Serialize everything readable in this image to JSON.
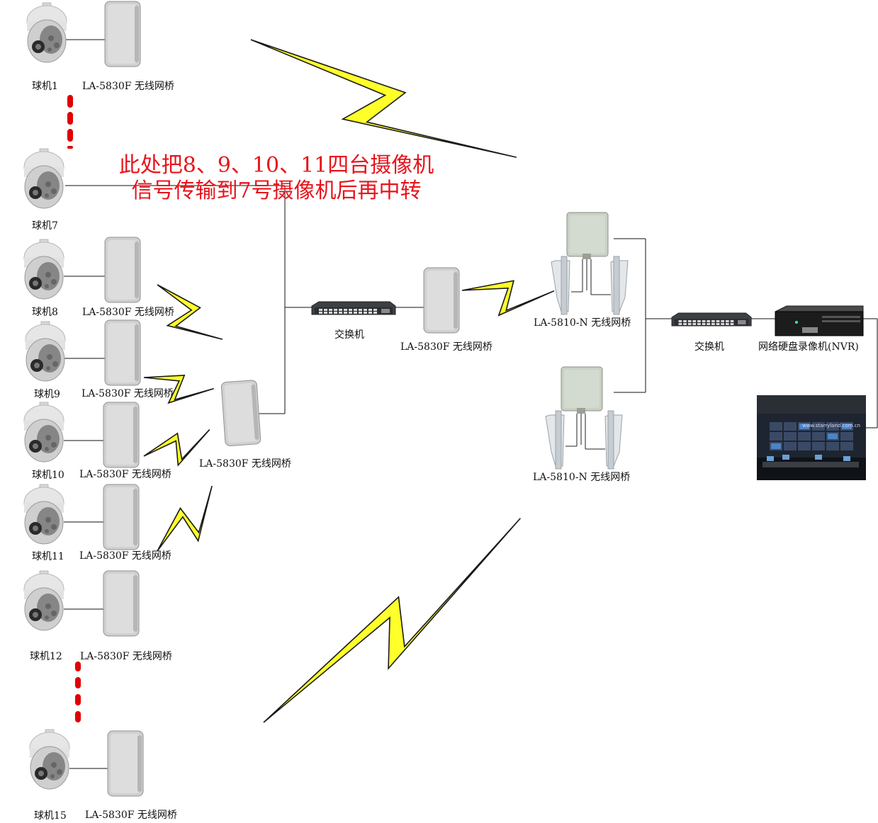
{
  "annotation": {
    "line1": "此处把8、9、10、11四台摄像机",
    "line2": "信号传输到7号摄像机后再中转"
  },
  "cameras": [
    {
      "label": "球机1",
      "bridge": "LA-5830F 无线网桥"
    },
    {
      "label": "球机7"
    },
    {
      "label": "球机8",
      "bridge": "LA-5830F 无线网桥"
    },
    {
      "label": "球机9",
      "bridge": "LA-5830F 无线网桥"
    },
    {
      "label": "球机10",
      "bridge": "LA-5830F 无线网桥"
    },
    {
      "label": "球机11",
      "bridge": "LA-5830F 无线网桥"
    },
    {
      "label": "球机12",
      "bridge": "LA-5830F 无线网桥"
    },
    {
      "label": "球机15",
      "bridge": "LA-5830F 无线网桥"
    }
  ],
  "relay_bridge": "LA-5830F 无线网桥",
  "switch_left": "交换机",
  "mid_bridge": "LA-5830F 无线网桥",
  "base_top": "LA-5810-N 无线网桥",
  "base_bottom": "LA-5810-N 无线网桥",
  "switch_right": "交换机",
  "nvr": "网络硬盘录像机(NVR)",
  "monitor_caption": "www.starryland.com.cn",
  "colors": {
    "link_bolt": "#ffff2a",
    "annotation_text": "#e8141c",
    "dots": "#e00000"
  }
}
